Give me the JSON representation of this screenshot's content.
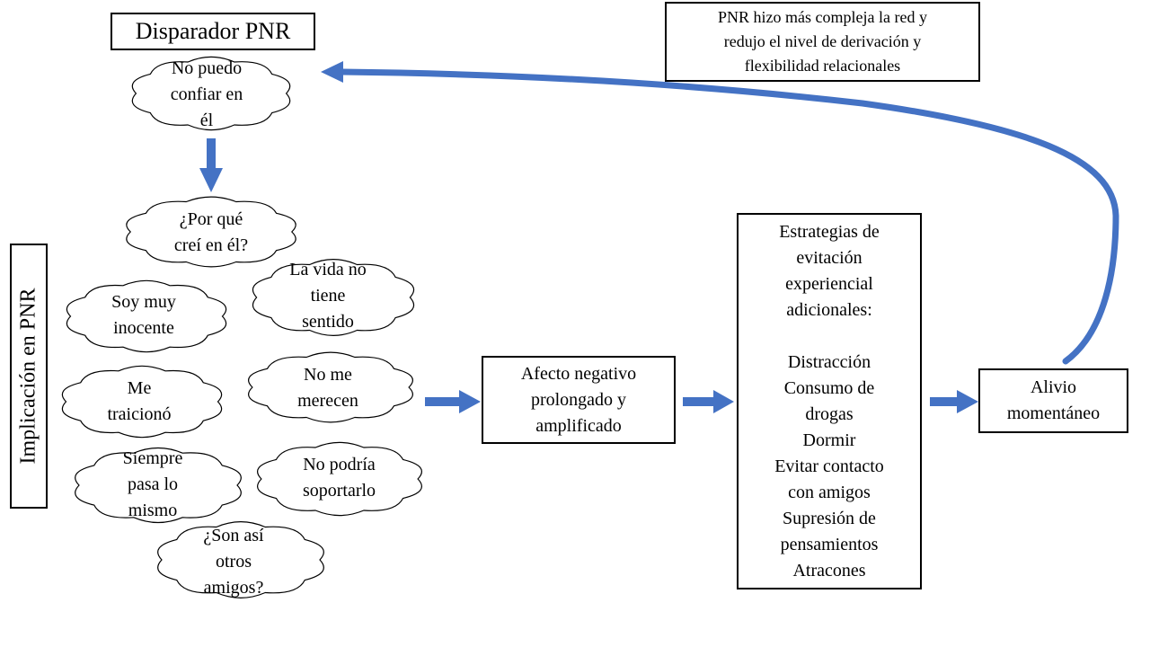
{
  "colors": {
    "arrow": "#4472C4",
    "stroke": "#000000",
    "background": "#FFFFFF"
  },
  "trigger": {
    "title": "Disparador PNR",
    "thought": "No puedo\nconfiar en\nél"
  },
  "implication": {
    "label": "Implicación en PNR",
    "thoughts": [
      "¿Por qué\ncreí en él?",
      "La vida no\ntiene\nsentido",
      "Soy muy\ninocente",
      "No me\nmerecen",
      "Me\ntraicionó",
      "No podría\nsoportarlo",
      "Siempre\npasa lo\nmismo",
      "¿Son así\notros\namigos?"
    ]
  },
  "affect_box": {
    "text": "Afecto negativo\nprolongado y\namplificado"
  },
  "strategies_box": {
    "heading": "Estrategias de\nevitación\nexperiencial\nadicionales:",
    "items": [
      "Distracción",
      "Consumo de\ndrogas",
      "Dormir",
      "Evitar contacto\ncon amigos",
      "Supresión de\npensamientos",
      "Atracones"
    ]
  },
  "relief_box": {
    "text": "Alivio\nmomentáneo"
  },
  "feedback_note": {
    "text": "PNR hizo más compleja la red y\nredujo el nivel de derivación y\nflexibilidad relacionales"
  }
}
